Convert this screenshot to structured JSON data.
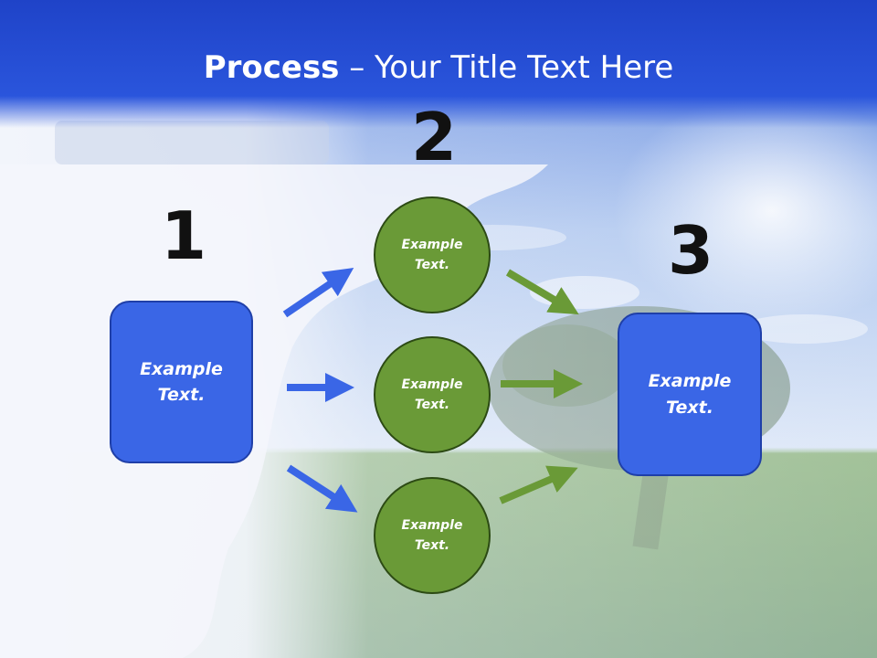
{
  "title": {
    "bold": "Process",
    "rest": " – Your Title Text Here"
  },
  "steps": [
    {
      "number": "1",
      "label": "Example\nText."
    },
    {
      "number": "2",
      "items": [
        "Example\nText.",
        "Example\nText.",
        "Example\nText."
      ]
    },
    {
      "number": "3",
      "label": "Example\nText."
    }
  ],
  "colors": {
    "title_bar": "#2a52d8",
    "box_fill": "#3a66e6",
    "circle_fill": "#6a9a37",
    "blue_arrow": "#3a66e6",
    "green_arrow": "#6a9a37"
  }
}
